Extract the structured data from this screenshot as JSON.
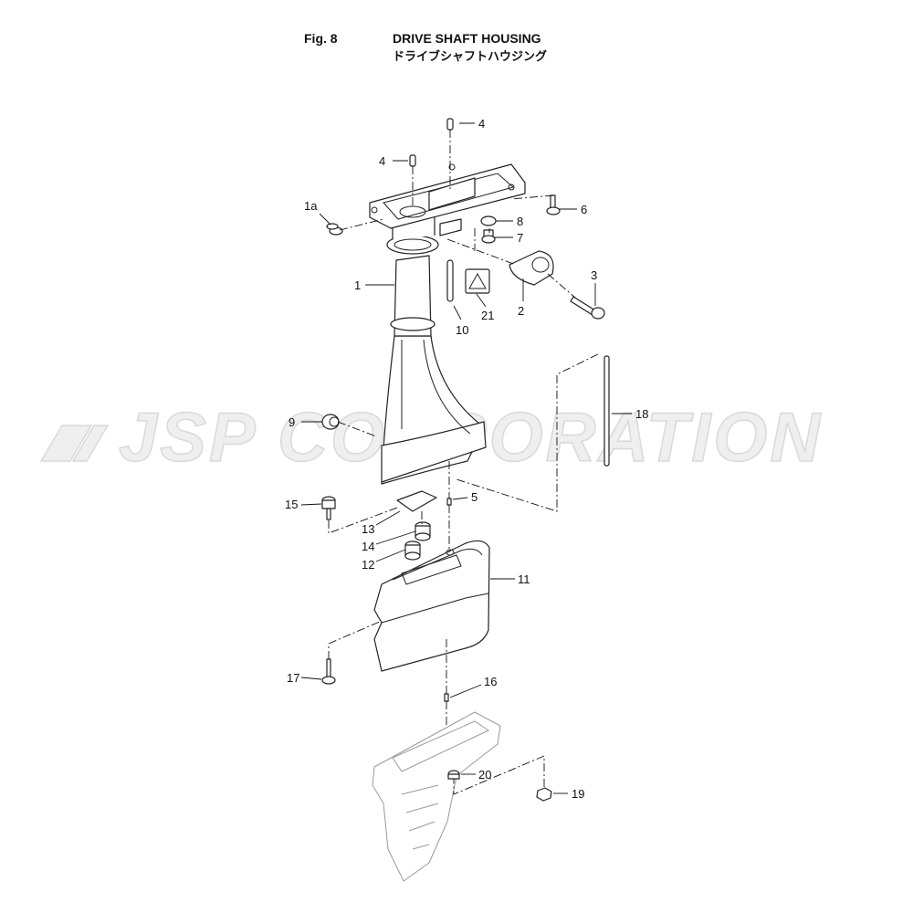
{
  "header": {
    "figure_number": "Fig. 8",
    "title": "DRIVE SHAFT HOUSING",
    "title_jp": "ドライブシャフトハウジング"
  },
  "watermark": {
    "text": "JSP CORPORATION"
  },
  "callouts": {
    "c1": "1",
    "c1a": "1a",
    "c2": "2",
    "c3": "3",
    "c4a": "4",
    "c4b": "4",
    "c5": "5",
    "c6": "6",
    "c7": "7",
    "c8": "8",
    "c9": "9",
    "c10": "10",
    "c11": "11",
    "c12": "12",
    "c13": "13",
    "c14": "14",
    "c15": "15",
    "c16": "16",
    "c17": "17",
    "c18": "18",
    "c19": "19",
    "c20": "20",
    "c21": "21"
  }
}
